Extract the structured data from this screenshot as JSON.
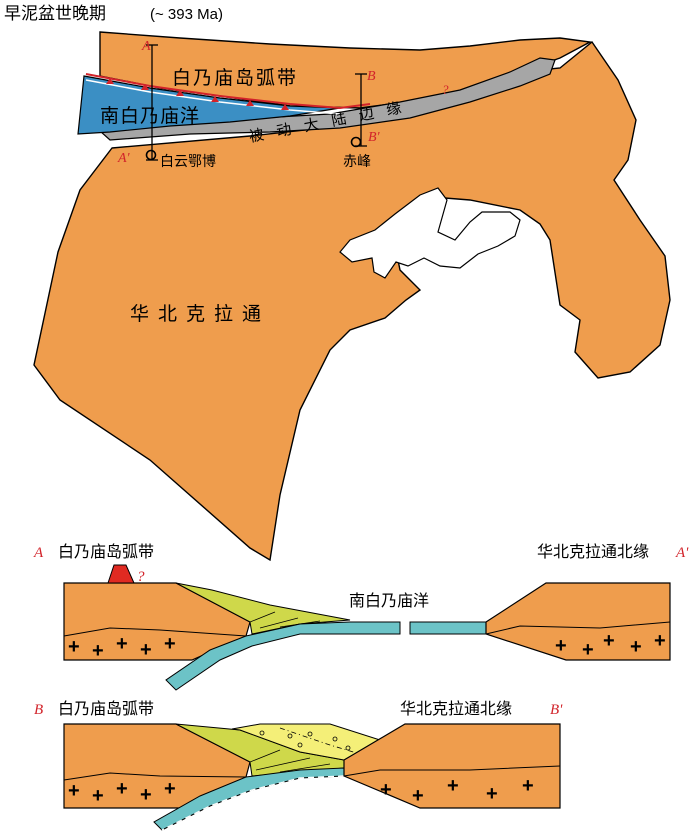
{
  "title": {
    "text": "早泥盆世晚期",
    "age": "(~ 393 Ma)"
  },
  "map": {
    "arc_belt": "白乃庙岛弧带",
    "ocean": "南白乃庙洋",
    "passive_margin": "被动大陆边缘",
    "craton": "华北克拉通",
    "question_mark": "?",
    "cities": [
      {
        "name": "白云鄂博"
      },
      {
        "name": "赤峰"
      }
    ],
    "profile_A": {
      "start": "A",
      "end": "A'"
    },
    "profile_B": {
      "start": "B",
      "end": "B'"
    }
  },
  "section_A": {
    "label_left": "A",
    "label_right": "A'",
    "left_unit": "白乃庙岛弧带",
    "right_unit": "华北克拉通北缘",
    "ocean": "南白乃庙洋",
    "question_mark": "?"
  },
  "section_B": {
    "label_left": "B",
    "label_right": "B'",
    "left_unit": "白乃庙岛弧带",
    "right_unit": "华北克拉通北缘"
  },
  "colors": {
    "land": "#ef9d4d",
    "ocean": "#3b8fc4",
    "margin": "#a6a6a6",
    "slab": "#6cc3c7",
    "wedge": "#cfd84a",
    "basin": "#f4ef78",
    "accent": "#d2232a"
  }
}
